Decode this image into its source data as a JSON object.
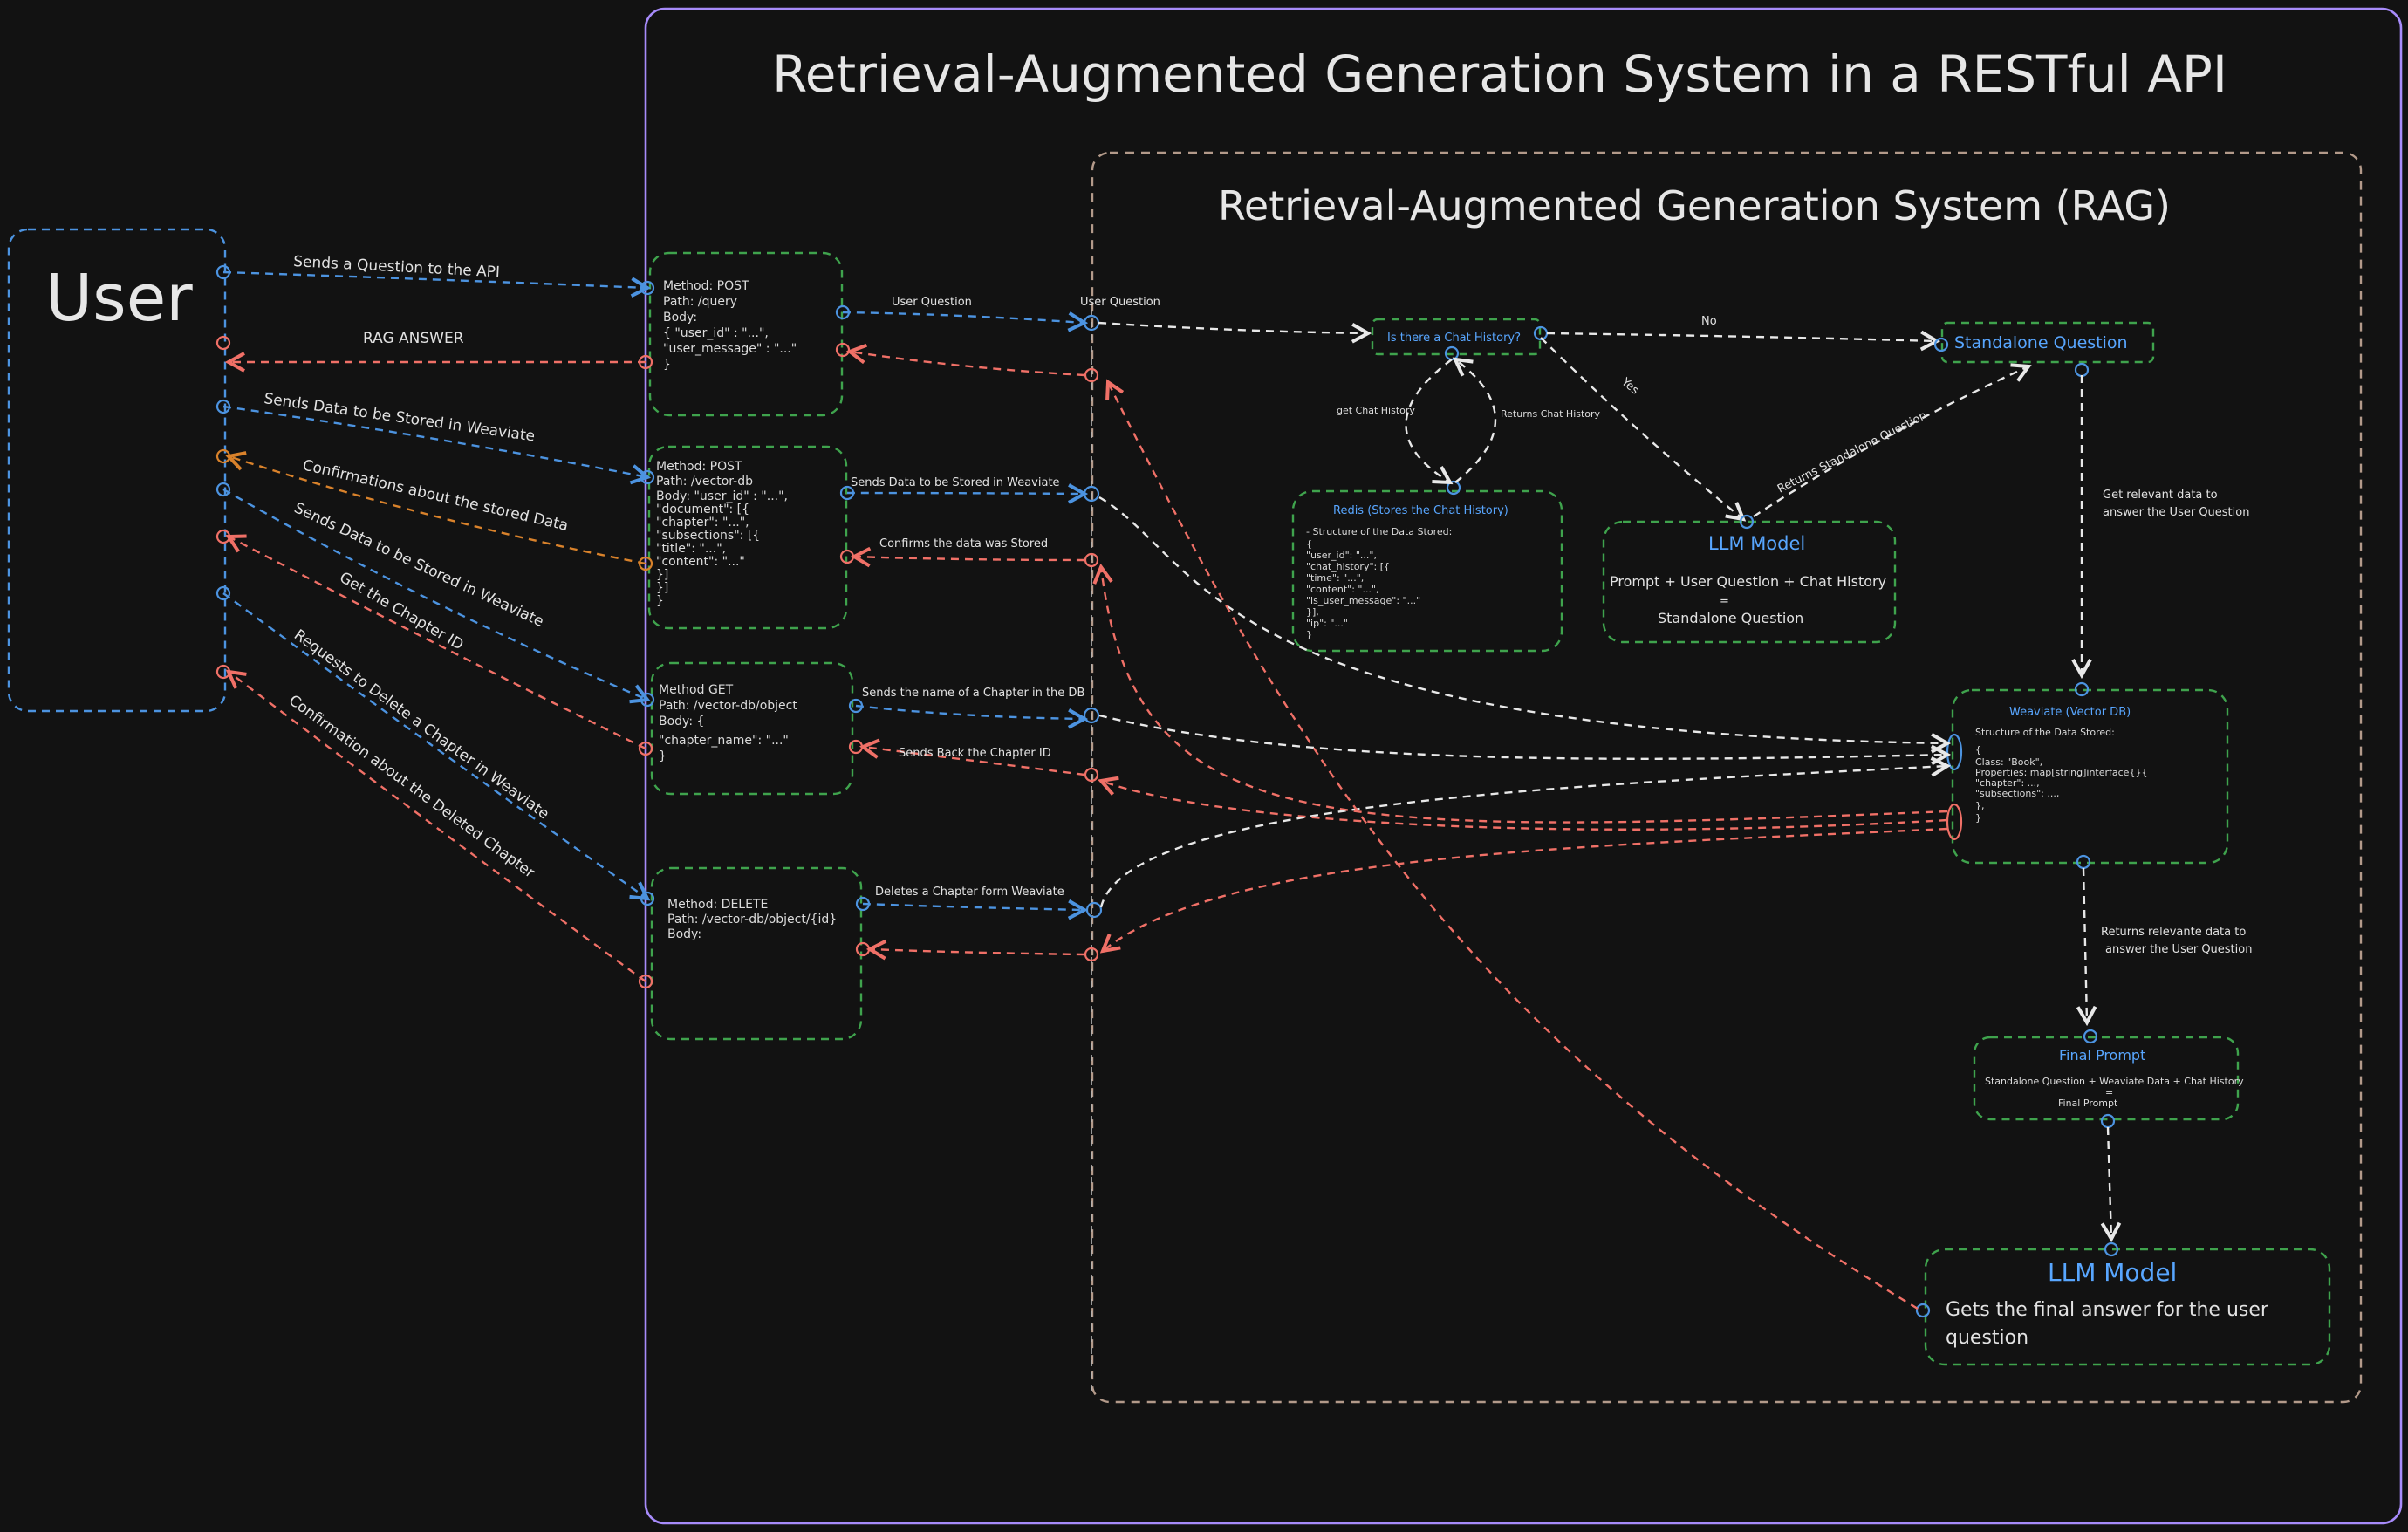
{
  "title": "Retrieval-Augmented Generation System in a RESTful API",
  "rag_title": "Retrieval-Augmented Generation System (RAG)",
  "user": {
    "label": "User"
  },
  "endpoints": {
    "query": {
      "lines": [
        "Method: POST",
        "Path: /query",
        "Body:",
        "{     \"user_id\" : \"...\",",
        "      \"user_message\" : \"...\"",
        "}"
      ]
    },
    "store": {
      "lines": [
        "Method: POST",
        "Path: /vector-db",
        "Body: \"user_id\" : \"...\",",
        "          \"document\": [{",
        "               \"chapter\": \"...\",",
        "               \"subsections\": [{",
        "                     \"title\": \"...\",",
        "                     \"content\": \"...\"",
        "               }]",
        "          }]",
        "}"
      ]
    },
    "get": {
      "lines": [
        "Method GET",
        "Path: /vector-db/object",
        "Body: {",
        "         \"chapter_name\": \"...\"",
        "       }"
      ]
    },
    "delete": {
      "lines": [
        "Method: DELETE",
        "Path: /vector-db/object/{id}",
        "Body:"
      ]
    }
  },
  "edges_user": {
    "ask": "Sends a Question to the API",
    "answer": "RAG ANSWER",
    "store": "Sends Data to be Stored in Weaviate",
    "confirm_store": "Confirmations about the stored Data",
    "store2": "Sends Data to be Stored in Weaviate",
    "get_chapter": "Get the Chapter ID",
    "delete": "Requests to Delete a Chapter in Weaviate",
    "confirm_delete": "Confirmation about the Deleted Chapter"
  },
  "edges_api": {
    "user_question": "User Question",
    "user_question_lane": "User Question",
    "store": "Sends Data to be Stored in Weaviate",
    "confirm": "Confirms the data was Stored",
    "chapter_name": "Sends the name of a Chapter in the DB",
    "chapter_id": "Sends Back the Chapter ID",
    "delete": "Deletes a Chapter form Weaviate"
  },
  "rag": {
    "chat_history_q": "Is there a Chat History?",
    "no": "No",
    "yes": "Yes",
    "get_chat_history": "get Chat History",
    "returns_chat_history": "Returns Chat History",
    "standalone": "Standalone Question",
    "returns_standalone": "Returns Standalone Question",
    "redis_title": "Redis (Stores the Chat History)",
    "redis_lines": [
      "- Structure of the Data Stored:",
      "    {",
      "      \"user_id\": \"...\",",
      "      \"chat_history\": [{",
      "        \"time\": \"...\",",
      "        \"content\": \"...\",",
      "        \"is_user_message\": \"...\"",
      "      }],",
      "    \"ip\": \"...\"",
      "  }"
    ],
    "llm1_title": "LLM Model",
    "llm1_line1": "Prompt + User Question + Chat History",
    "llm1_line2": "=",
    "llm1_line3": "Standalone Question",
    "get_relevant": [
      "Get relevant data to",
      "answer the User Question"
    ],
    "weaviate_title": "Weaviate (Vector DB)",
    "weaviate_lines": [
      "Structure of the Data Stored:",
      "  {",
      "     Class: \"Book\",",
      "     Properties: map[string]interface{}{",
      "                          \"chapter\":    ...,",
      "                          \"subsections\": ...,",
      "     },",
      "  }"
    ],
    "returns_relevant": [
      "Returns relevante data to",
      "answer the User Question"
    ],
    "final_prompt_title": "Final Prompt",
    "final_prompt_line1": "Standalone Question + Weaviate Data  + Chat History",
    "final_prompt_line2": "=",
    "final_prompt_line3": "Final Prompt",
    "llm2_title": "LLM Model",
    "llm2_line1": "Gets the final answer for the user",
    "llm2_line2": "question"
  }
}
